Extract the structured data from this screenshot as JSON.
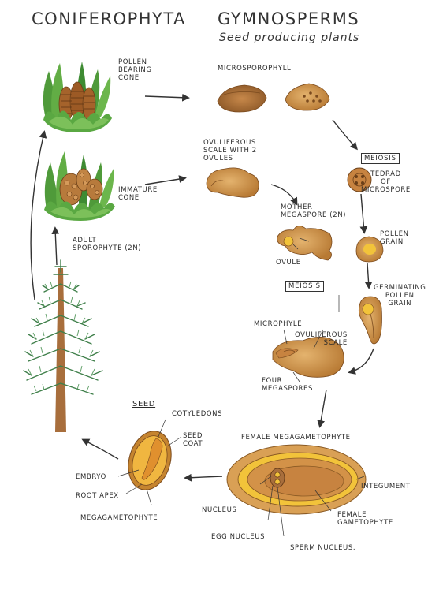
{
  "header": {
    "title_left": "CONIFEROPHYTA",
    "title_right": "GYMNOSPERMS",
    "subtitle": "Seed producing plants"
  },
  "labels": {
    "pollen_bearing_cone": "POLLEN\nBEARING\nCONE",
    "microsporophyll": "MICROSPOROPHYLL",
    "ovuliferous_scale_2_ovules": "OVULIFEROUS\nSCALE WITH 2\nOVULES",
    "immature_cone": "IMMATURE\nCONE",
    "meiosis_1": "MEIOSIS",
    "tetrad_of_microspore": "TEDRAD\nOF\nMICROSPORE",
    "mother_megaspore": "MOTHER\nMEGASPORE (2N)",
    "ovule": "OVULE",
    "pollen_grain": "POLLEN\nGRAIN",
    "adult_sporophyte": "ADULT\nSPOROPHYTE (2N)",
    "meiosis_2": "MEIOSIS",
    "germinating_pollen_grain": "GERMINATING\nPOLLEN\nGRAIN",
    "microphyle": "MICROPHYLE",
    "ovuliferous_scale": "OVULIFEROUS\nSCALE",
    "four_megaspores": "FOUR\nMEGASPORES",
    "seed": "SEED",
    "cotyledons": "COTYLEDONS",
    "seed_coat": "SEED\nCOAT",
    "embryo": "EMBRYO",
    "root_apex": "ROOT APEX",
    "megagametophyte": "MEGAGAMETOPHYTE",
    "female_megagametophyte": "FEMALE MEGAGAMETOPHYTE",
    "integument": "INTEGUMENT",
    "nucleus": "NUCLEUS",
    "female_gametophyte": "FEMALE\nGAMETOPHYTE",
    "egg_nucleus": "EGG NUCLEUS",
    "sperm_nucleus": "SPERM NUCLEUS."
  },
  "colors": {
    "ochre": "#c0823a",
    "ochre_light": "#e0ac62",
    "ochre_dark": "#8a5a24",
    "cone_brown": "#a5632b",
    "green": "#58a63f",
    "green_dark": "#2f7a2a",
    "yellow": "#f2c33a",
    "trunk": "#a86e3c",
    "pine": "#3f7f4a",
    "ink": "#333333"
  }
}
